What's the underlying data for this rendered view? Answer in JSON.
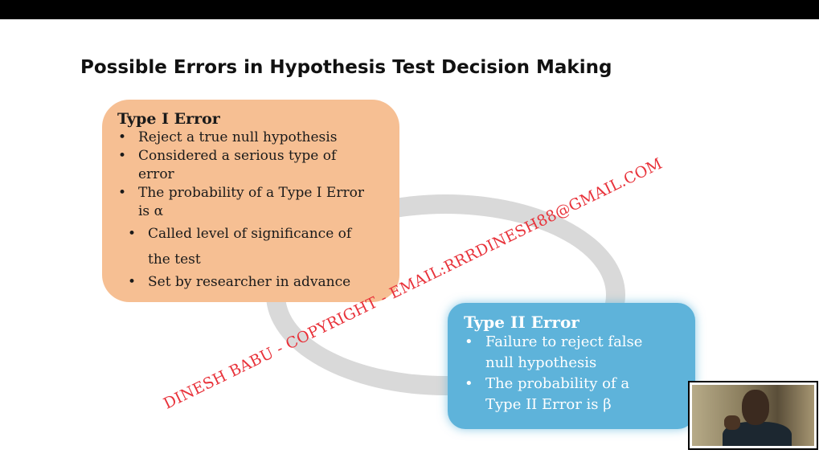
{
  "slide": {
    "title": "Possible Errors in Hypothesis Test Decision Making"
  },
  "type1": {
    "title": "Type I Error",
    "bullets": [
      "Reject a true null hypothesis",
      "Considered a serious type of error",
      "The probability of a Type I Error is α"
    ],
    "sub_bullets": [
      "Called level of significance of the test",
      "Set by researcher in advance"
    ]
  },
  "type2": {
    "title": "Type II Error",
    "bullets": [
      "Failure to reject false null hypothesis",
      "The probability of a Type II Error is β"
    ]
  },
  "watermark": "DINESH BABU - COPYRIGHT - EMAIL:RRRDINESH88@GMAIL.COM",
  "colors": {
    "type1_box": "#f6bf93",
    "type2_box": "#5eb3da",
    "ring": "#d9d9d9",
    "watermark": "#e8323a"
  }
}
